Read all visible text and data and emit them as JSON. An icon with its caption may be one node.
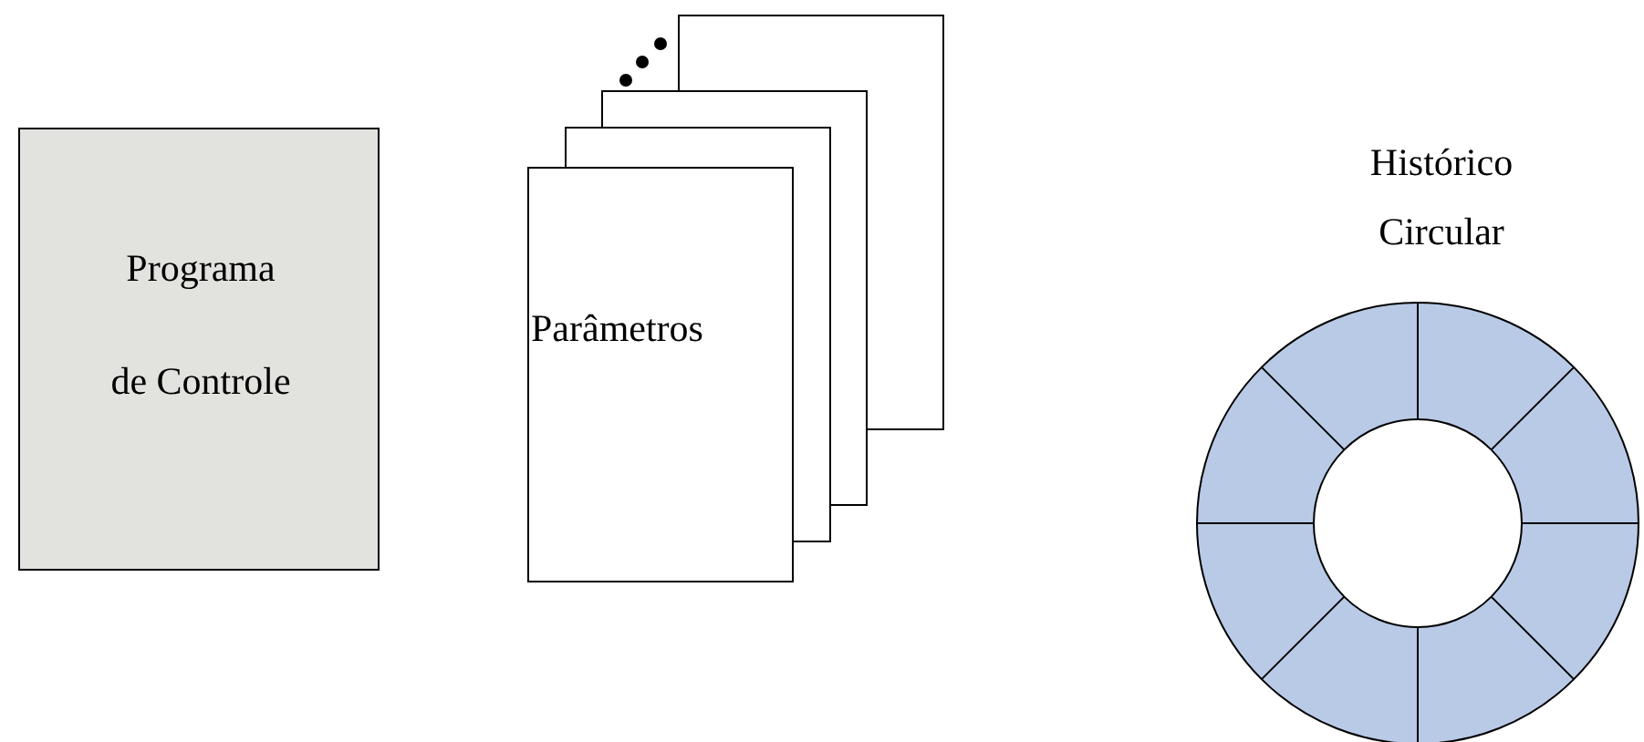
{
  "diagram": {
    "nodes": [
      {
        "text": [
          "Programa de Controle"
        ]
      },
      {
        "text": [
          "Parâmetros"
        ]
      },
      {
        "text": [
          "Histórico Circular"
        ]
      }
    ]
  }
}
